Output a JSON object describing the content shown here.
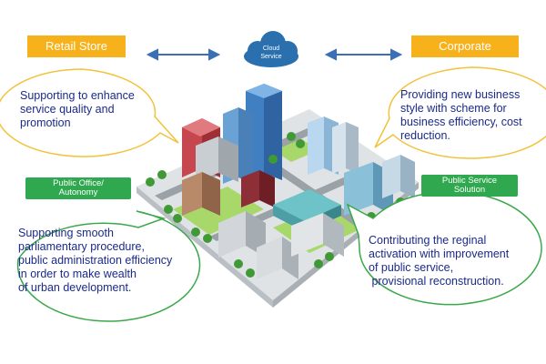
{
  "header": {
    "retail_label": "Retail Store",
    "corporate_label": "Corporate",
    "cloud_line1": "Cloud",
    "cloud_line2": "Service"
  },
  "side_labels": {
    "public_office_line1": "Public Office/",
    "public_office_line2": "Autonomy",
    "public_service_line1": "Public Service",
    "public_service_line2": "Solution"
  },
  "bubbles": {
    "top_left": [
      "Supporting to enhance",
      "service quality and",
      "promotion"
    ],
    "top_right": [
      "Providing new business",
      "style with  scheme  for",
      "business efficiency, cost",
      "reduction."
    ],
    "bottom_left": [
      "Supporting smooth",
      "parliamentary procedure,",
      "public administration efficiency",
      "in order to make wealth",
      "of urban development."
    ],
    "bottom_right": [
      "Contributing the reginal",
      "activation with improvement",
      "of public service,",
      " provisional reconstruction."
    ]
  },
  "colors": {
    "orange_label": "#f7b21b",
    "green_label": "#2fa84f",
    "yellow_bubble_border": "#f2c23a",
    "green_bubble_border": "#3aa84a",
    "bubble_text": "#1a2a8a",
    "arrow": "#3a6fb5",
    "cloud": "#2a6fae"
  },
  "icons": [
    "double-arrow-icon",
    "cloud-icon",
    "isometric-city-illustration"
  ]
}
